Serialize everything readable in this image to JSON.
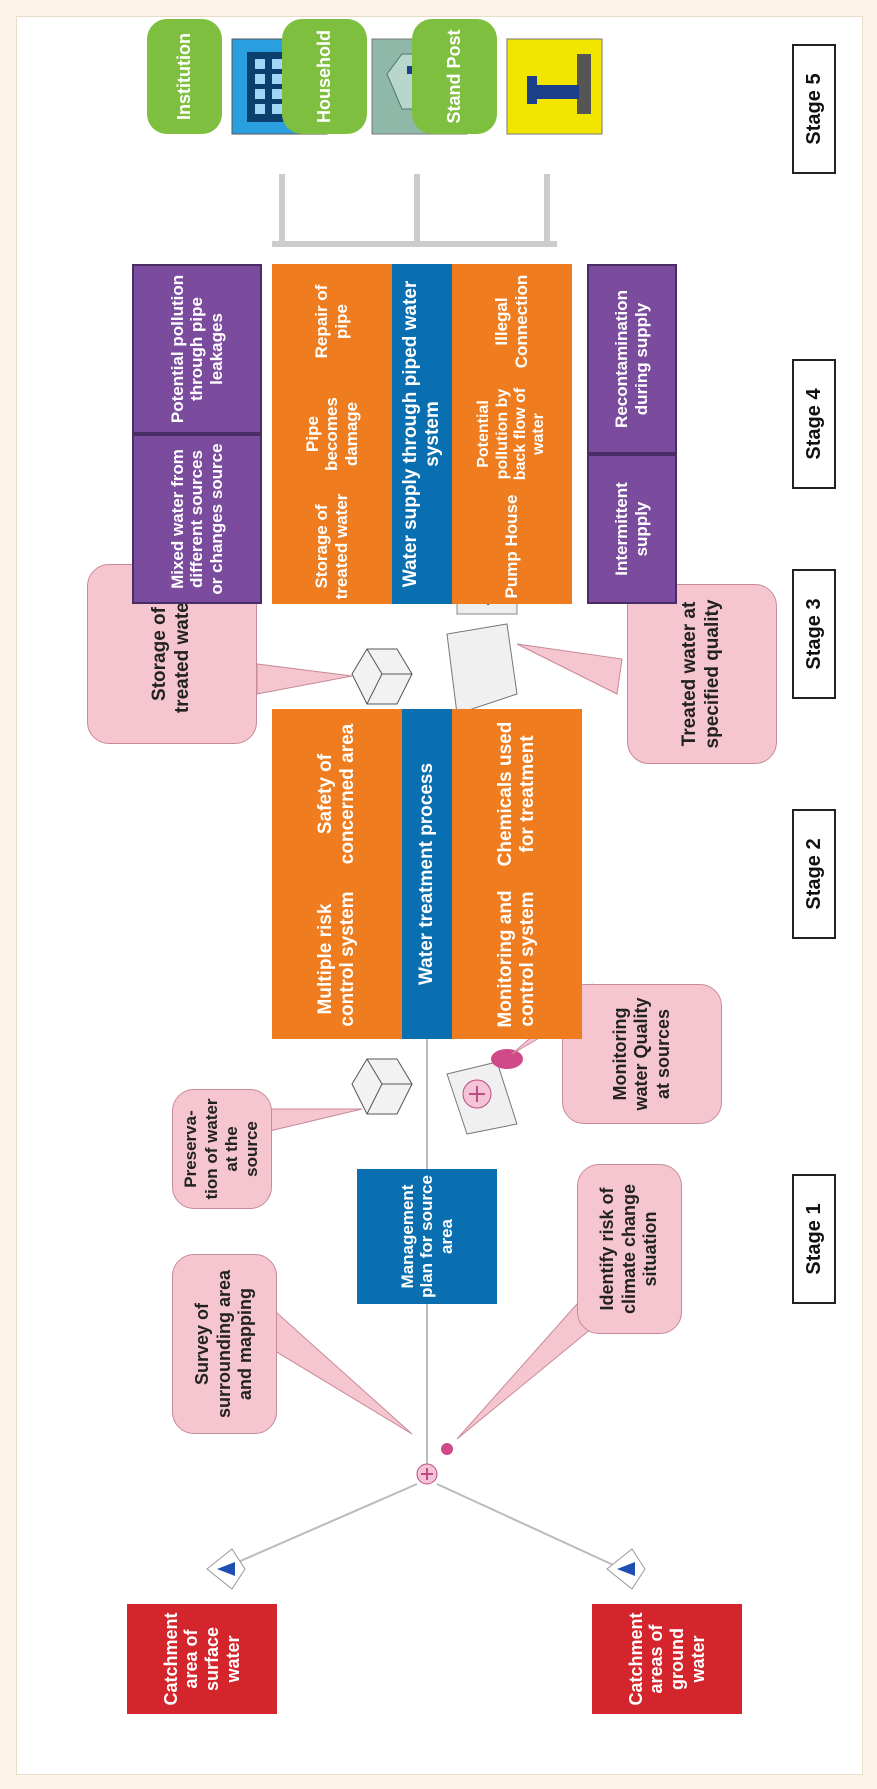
{
  "catchment": {
    "surface": "Catchment area of surface water",
    "ground": "Catchment areas of ground water"
  },
  "stage1": {
    "survey": "Survey of surrounding area and mapping",
    "identify_risk": "Identify risk of climate change situation",
    "management_plan": "Management plan for source area",
    "preservation": "Preserva-tion of water at the source",
    "monitoring": "Monitoring water Quality at sources"
  },
  "stage2": {
    "multiple_risk": "Multiple risk control system",
    "safety": "Safety of concerned area",
    "process": "Water treatment process",
    "monitoring_control": "Monitoring and control system",
    "chemicals": "Chemicals used for treatment"
  },
  "stage3": {
    "storage": "Storage of treated water",
    "treated_quality": "Treated water at specified quality"
  },
  "stage4": {
    "mixed_water": "Mixed water from different sources or changes source",
    "potential_leakages": "Potential pollution through pipe leakages",
    "storage_treated": "Storage of treated water",
    "pipe_damage": "Pipe becomes damage",
    "repair_pipe": "Repair of pipe",
    "supply": "Water supply through piped water system",
    "pump_house": "Pump House",
    "back_flow": "Potential pollution by back flow of water",
    "illegal": "Illegal Connection",
    "intermittent": "Intermittent supply",
    "recontamination": "Recontamination during supply"
  },
  "stage5": {
    "institution": "Institution",
    "household": "Household",
    "stand_post": "Stand Post"
  },
  "stages": [
    "Stage 1",
    "Stage 2",
    "Stage 3",
    "Stage 4",
    "Stage 5"
  ],
  "colors": {
    "red": "#d4252c",
    "blue": "#0a6fb0",
    "orange": "#ef7d1f",
    "purple": "#7b4c9e",
    "callout_pink": "#f6c6d0",
    "green": "#7fbf3f"
  }
}
